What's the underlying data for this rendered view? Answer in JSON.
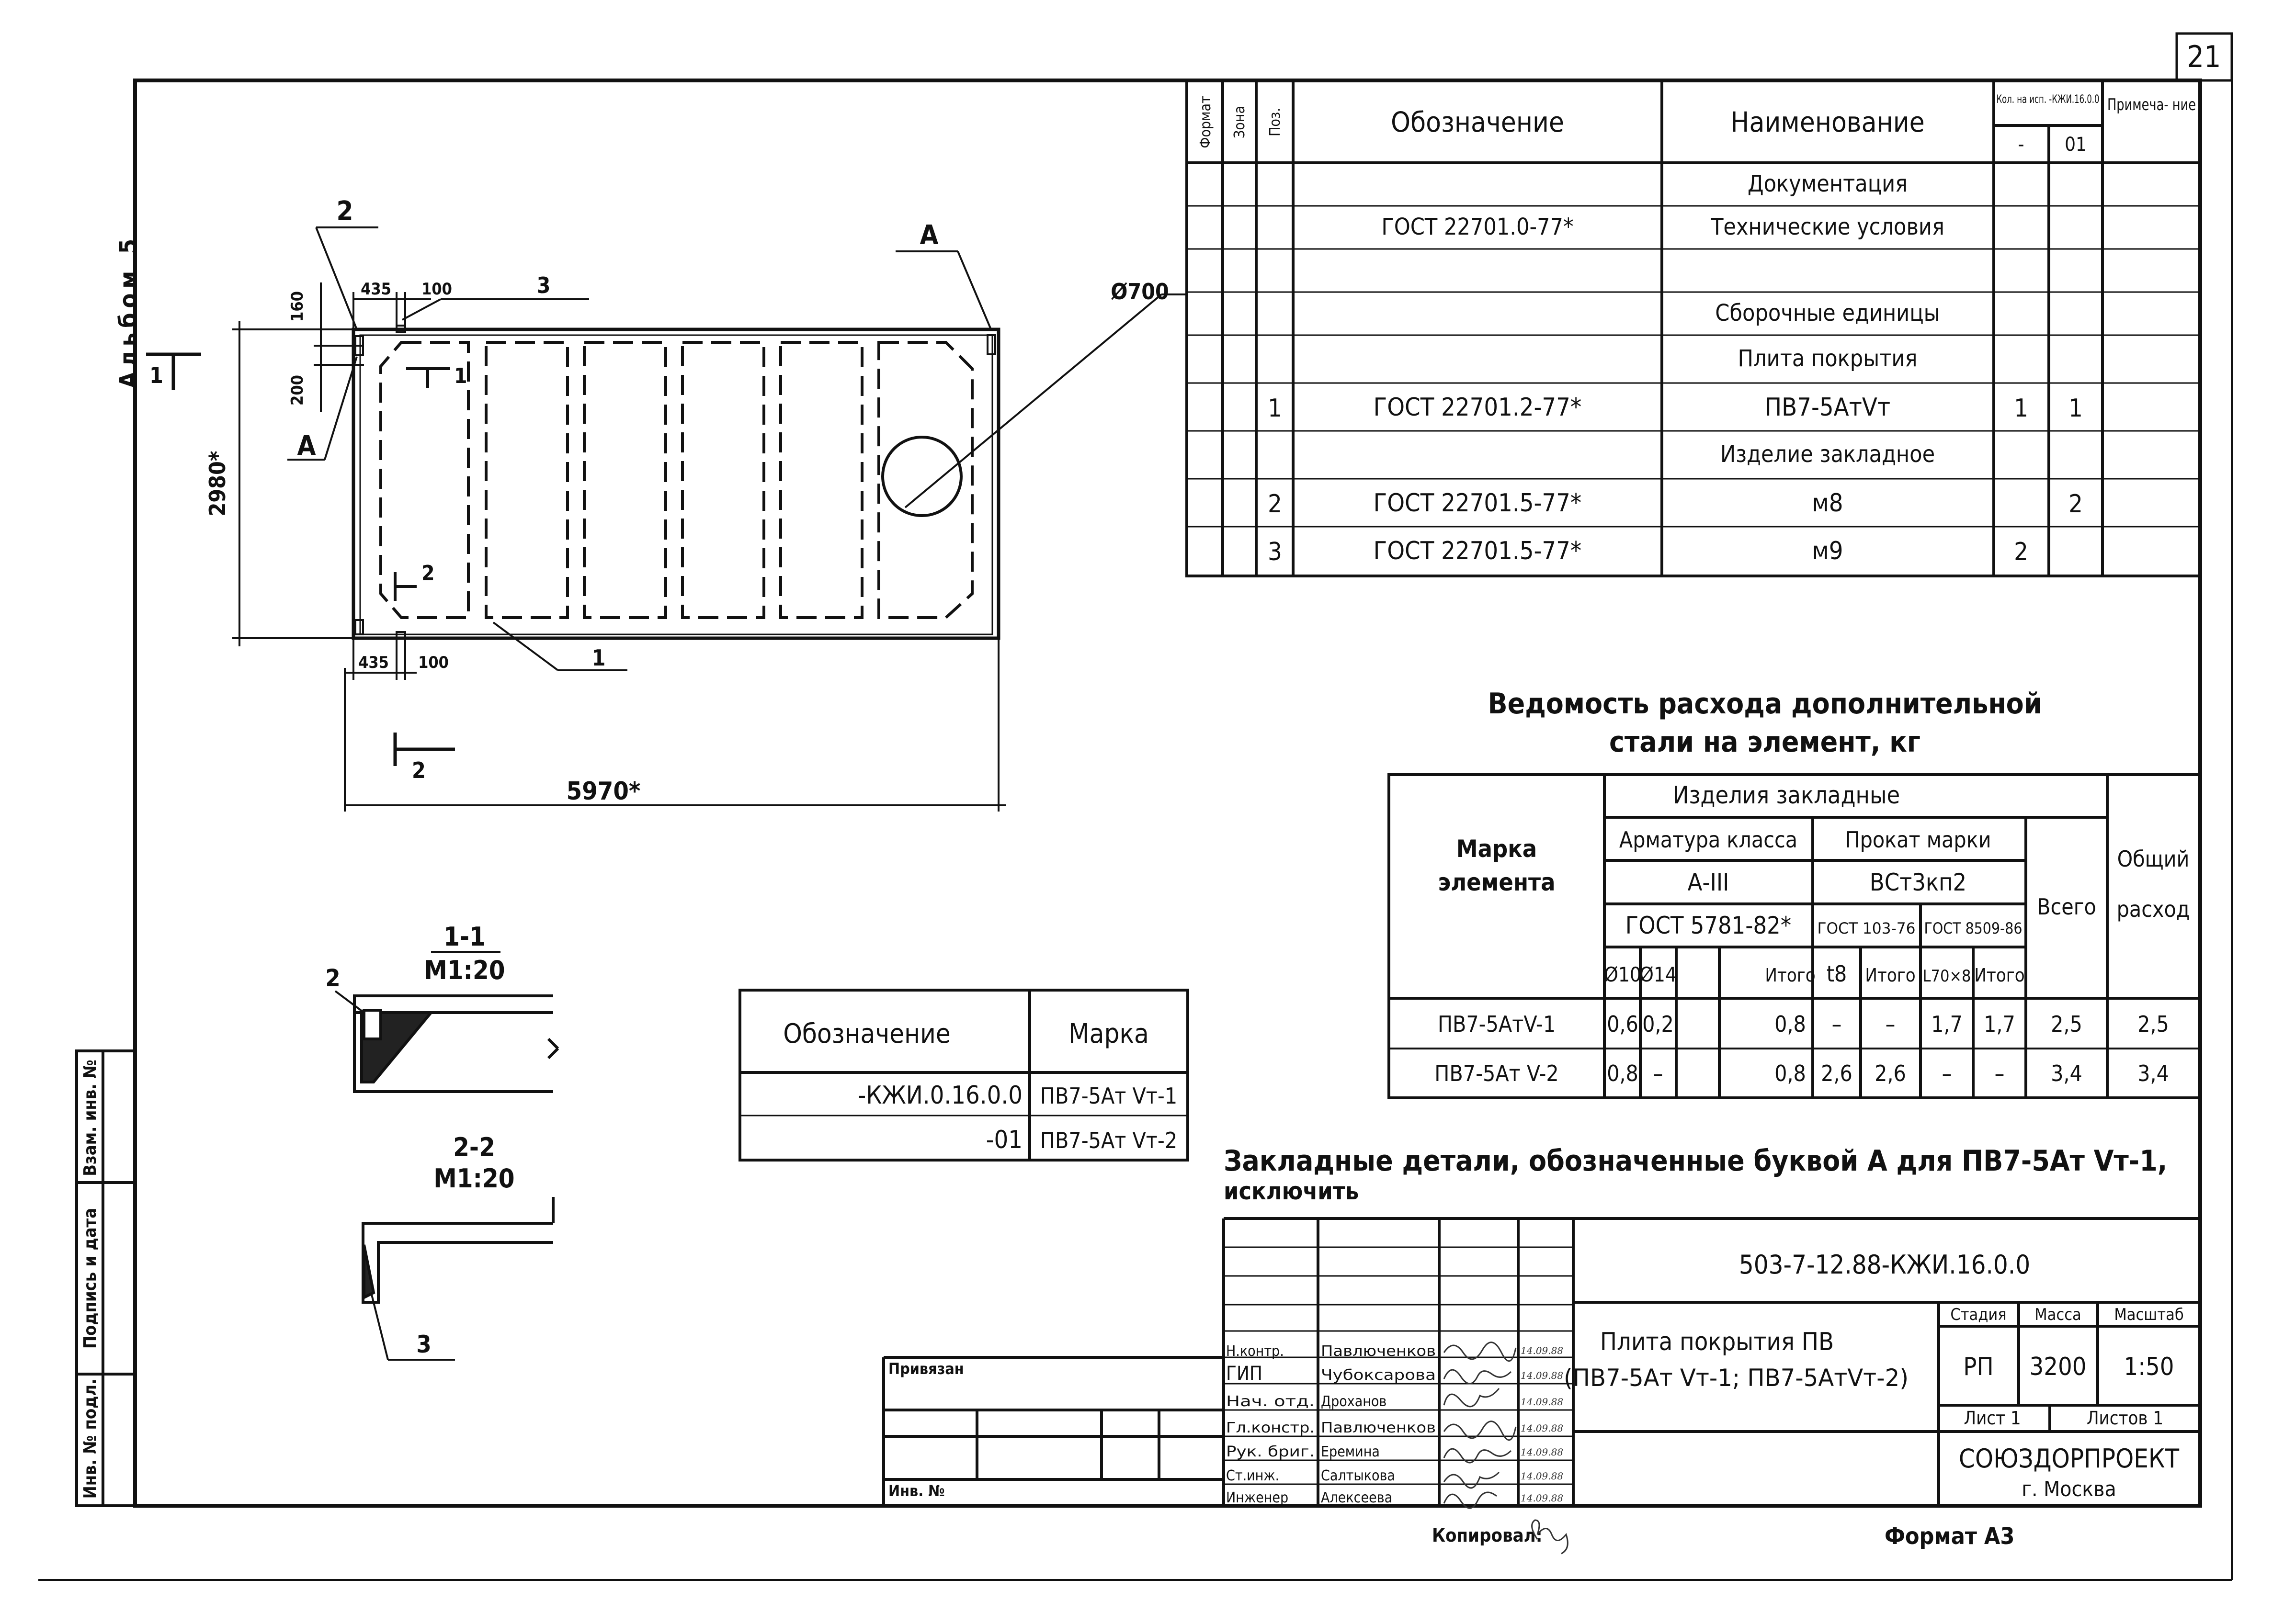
{
  "sheet_number": "21",
  "album_label": "Альбом 5",
  "spec_table": {
    "headers": {
      "format": "Формат",
      "zone": "Зона",
      "pos": "Поз.",
      "designation": "Обозначение",
      "name": "Наименование",
      "qty_label": "Кол. на исп. -КЖИ.16.0.0",
      "qty_col_1": "-",
      "qty_col_2": "01",
      "note": "Примеча- ние"
    },
    "rows": [
      {
        "pos": "",
        "designation": "",
        "name": "Документация",
        "q1": "",
        "q2": ""
      },
      {
        "pos": "",
        "designation": "ГОСТ 22701.0-77*",
        "name": "Технические условия",
        "q1": "",
        "q2": ""
      },
      {
        "pos": "",
        "designation": "",
        "name": "",
        "q1": "",
        "q2": ""
      },
      {
        "pos": "",
        "designation": "",
        "name": "Сборочные единицы",
        "q1": "",
        "q2": ""
      },
      {
        "pos": "",
        "designation": "",
        "name": "Плита покрытия",
        "q1": "",
        "q2": ""
      },
      {
        "pos": "1",
        "designation": "ГОСТ 22701.2-77*",
        "name": "ПВ7-5АтVт",
        "q1": "1",
        "q2": "1"
      },
      {
        "pos": "",
        "designation": "",
        "name": "Изделие закладное",
        "q1": "",
        "q2": ""
      },
      {
        "pos": "2",
        "designation": "ГОСТ 22701.5-77*",
        "name": "м8",
        "q1": "",
        "q2": "2"
      },
      {
        "pos": "3",
        "designation": "ГОСТ 22701.5-77*",
        "name": "м9",
        "q1": "2",
        "q2": ""
      }
    ]
  },
  "plan": {
    "leader_2": "2",
    "leader_A_top": "А",
    "leader_A_left": "А",
    "leader_3": "3",
    "leader_1": "1",
    "dim_435_top": "435",
    "dim_100_top": "100",
    "dim_160": "160",
    "dim_200": "200",
    "dim_2980": "2980*",
    "dim_435_bottom": "435",
    "dim_100_bottom": "100",
    "dim_5970": "5970*",
    "diameter": "Ø700",
    "section_1": "1",
    "section_2": "2"
  },
  "sections": {
    "s1_title": "1-1",
    "s1_scale": "М1:20",
    "s1_leader": "2",
    "s2_title": "2-2",
    "s2_scale": "М1:20",
    "s2_leader": "3"
  },
  "marks_table": {
    "header_designation": "Обозначение",
    "header_mark": "Марка",
    "rows": [
      {
        "designation": "-КЖИ.0.16.0.0",
        "mark": "ПВ7-5Ат Vт-1"
      },
      {
        "designation": "-01",
        "mark": "ПВ7-5Ат Vт-2"
      }
    ]
  },
  "steel_statement": {
    "title_line1": "Ведомость расхода дополнительной",
    "title_line2": "стали на элемент, кг",
    "h_mark": "Марка элемента",
    "h_items": "Изделия закладные",
    "h_rebar": "Арматура класса",
    "h_rebar_class": "А-III",
    "h_rebar_gost": "ГОСТ 5781-82*",
    "h_rolled": "Прокат марки",
    "h_rolled_grade": "ВСт3кп2",
    "h_gost103": "ГОСТ 103-76",
    "h_gost8509": "ГОСТ 8509-86",
    "h_total": "Всего",
    "h_common": "Общий расход",
    "sub": [
      "Ø10",
      "Ø14",
      "",
      "Итого",
      "t8",
      "Итого",
      "L70×8",
      "Итого"
    ],
    "rows": [
      {
        "mark": "ПВ7-5АтV-1",
        "values": [
          "0,6",
          "0,2",
          "",
          "0,8",
          "–",
          "–",
          "1,7",
          "1,7",
          "2,5",
          "2,5"
        ]
      },
      {
        "mark": "ПВ7-5Ат V-2",
        "values": [
          "0,8",
          "–",
          "",
          "0,8",
          "2,6",
          "2,6",
          "–",
          "–",
          "3,4",
          "3,4"
        ]
      }
    ]
  },
  "note": {
    "line1": "Закладные детали, обозначенные буквой А для ПВ7-5Ат Vт-1,",
    "line2": "исключить"
  },
  "title_block": {
    "doc_code": "503-7-12.88-КЖИ.16.0.0",
    "title_line1": "Плита покрытия ПВ",
    "title_line2": "(ПВ7-5Ат Vт-1; ПВ7-5АтVт-2)",
    "stage_label": "Стадия",
    "mass_label": "Масса",
    "scale_label": "Масштаб",
    "stage": "РП",
    "mass": "3200",
    "scale": "1:50",
    "sheet_label": "Лист 1",
    "sheets_label": "Листов 1",
    "org_line1": "СОЮЗДОРПРОЕКТ",
    "org_line2": "г. Москва",
    "privyazan": "Привязан",
    "inv_no": "Инв. №",
    "signatures": [
      {
        "role": "Н.контр.",
        "name": "Павлюченков",
        "date": "14.09.88"
      },
      {
        "role": "ГИП",
        "name": "Чубоксарова",
        "date": "14.09.88"
      },
      {
        "role": "Нач. отд.",
        "name": "Дроханов",
        "date": "14.09.88"
      },
      {
        "role": "Гл.констр.",
        "name": "Павлюченков",
        "date": "14.09.88"
      },
      {
        "role": "Рук. бриг.",
        "name": "Еремина",
        "date": "14.09.88"
      },
      {
        "role": "Ст.инж.",
        "name": "Салтыкова",
        "date": "14.09.88"
      },
      {
        "role": "Инженер",
        "name": "Алексеева",
        "date": "14.09.88"
      }
    ]
  },
  "side_stamp": {
    "inv_podl": "Инв. № подл.",
    "podpis": "Подпись и дата",
    "vzam": "Взам. инв. №"
  },
  "footer": {
    "copied": "Копировал:",
    "format": "Формат А3"
  }
}
